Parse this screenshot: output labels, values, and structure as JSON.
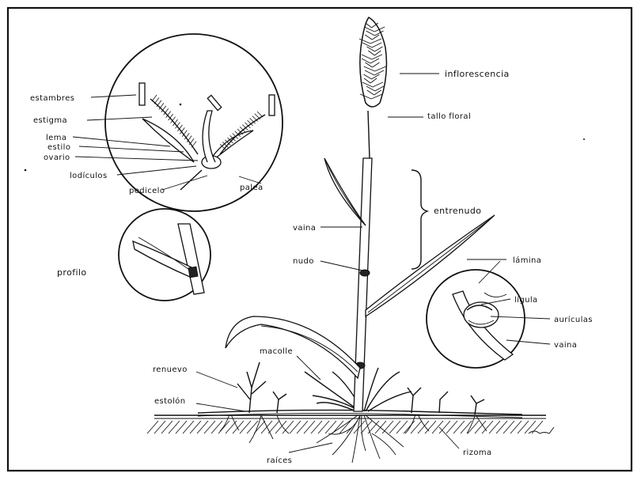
{
  "labels": {
    "estambres": "estambres",
    "estigma": "estigma",
    "lema": "lema",
    "estilo": "estilo",
    "ovario": "ovario",
    "lodiculos": "lodículos",
    "pedicelo": "pedicelo",
    "palea": "palea",
    "profilo": "profilo",
    "inflorescencia": "inflorescencia",
    "tallo_floral": "tallo floral",
    "entrenudo": "entrenudo",
    "vaina": "vaina",
    "nudo": "nudo",
    "lamina": "lámina",
    "ligula": "lígula",
    "auriculas": "aurículas",
    "vaina_detalle": "vaina",
    "macolle": "macolle",
    "renuevo": "renuevo",
    "estolon": "estolón",
    "raices": "raíces",
    "rizoma": "rizoma"
  },
  "colors": {
    "ink": "#111111",
    "background": "#ffffff"
  }
}
